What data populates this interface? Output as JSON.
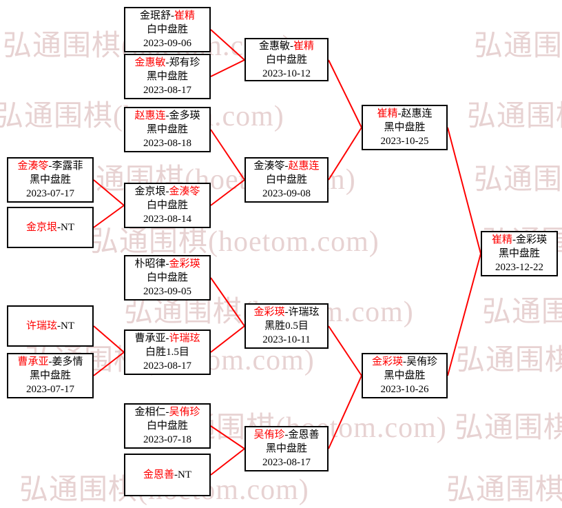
{
  "separator": "-",
  "watermark": "弘通围棋(hoetom.com)",
  "colors": {
    "winner": "#fe0000",
    "loser": "#000000",
    "connector": "#fe0000",
    "border": "#000000",
    "watermark": "#dfc3c3"
  },
  "matches": [
    {
      "left": "金湊笭",
      "right": "李露菲",
      "left_role": "winner",
      "right_role": "loser",
      "result": "黑中盘胜",
      "date": "2023-07-17"
    },
    {
      "left": "金京垠",
      "right": "NT",
      "left_role": "winner",
      "right_role": "loser"
    },
    {
      "left": "许瑞玹",
      "right": "NT",
      "left_role": "winner",
      "right_role": "loser"
    },
    {
      "left": "曹承亚",
      "right": "姜多情",
      "left_role": "winner",
      "right_role": "loser",
      "result": "黑中盘胜",
      "date": "2023-07-17"
    },
    {
      "left": "金珉舒",
      "right": "崔精",
      "left_role": "loser",
      "right_role": "winner",
      "result": "白中盘胜",
      "date": "2023-09-06"
    },
    {
      "left": "金惠敏",
      "right": "郑有珍",
      "left_role": "winner",
      "right_role": "loser",
      "result": "黑中盘胜",
      "date": "2023-08-17"
    },
    {
      "left": "赵惠连",
      "right": "金多瑛",
      "left_role": "winner",
      "right_role": "loser",
      "result": "黑中盘胜",
      "date": "2023-08-18"
    },
    {
      "left": "金京垠",
      "right": "金湊笭",
      "left_role": "loser",
      "right_role": "winner",
      "result": "白中盘胜",
      "date": "2023-08-14"
    },
    {
      "left": "朴昭律",
      "right": "金彩瑛",
      "left_role": "loser",
      "right_role": "winner",
      "result": "白中盘胜",
      "date": "2023-09-05"
    },
    {
      "left": "曹承亚",
      "right": "许瑞玹",
      "left_role": "loser",
      "right_role": "winner",
      "result": "白胜1.5目",
      "date": "2023-08-17"
    },
    {
      "left": "金相仁",
      "right": "吴侑珍",
      "left_role": "loser",
      "right_role": "winner",
      "result": "白中盘胜",
      "date": "2023-07-18"
    },
    {
      "left": "金恩善",
      "right": "NT",
      "left_role": "winner",
      "right_role": "loser"
    },
    {
      "left": "金惠敏",
      "right": "崔精",
      "left_role": "loser",
      "right_role": "winner",
      "result": "白中盘胜",
      "date": "2023-10-12"
    },
    {
      "left": "金湊笭",
      "right": "赵惠连",
      "left_role": "loser",
      "right_role": "winner",
      "result": "白中盘胜",
      "date": "2023-09-08"
    },
    {
      "left": "金彩瑛",
      "right": "许瑞玹",
      "left_role": "winner",
      "right_role": "loser",
      "result": "黑胜0.5目",
      "date": "2023-10-11"
    },
    {
      "left": "吴侑珍",
      "right": "金恩善",
      "left_role": "winner",
      "right_role": "loser",
      "result": "黑中盘胜",
      "date": "2023-08-17"
    },
    {
      "left": "崔精",
      "right": "赵惠连",
      "left_role": "winner",
      "right_role": "loser",
      "result": "黑中盘胜",
      "date": "2023-10-25"
    },
    {
      "left": "金彩瑛",
      "right": "吴侑珍",
      "left_role": "winner",
      "right_role": "loser",
      "result": "黑中盘胜",
      "date": "2023-10-26"
    },
    {
      "left": "崔精",
      "right": "金彩瑛",
      "left_role": "winner",
      "right_role": "loser",
      "result": "黑中盘胜",
      "date": "2023-12-22"
    }
  ]
}
